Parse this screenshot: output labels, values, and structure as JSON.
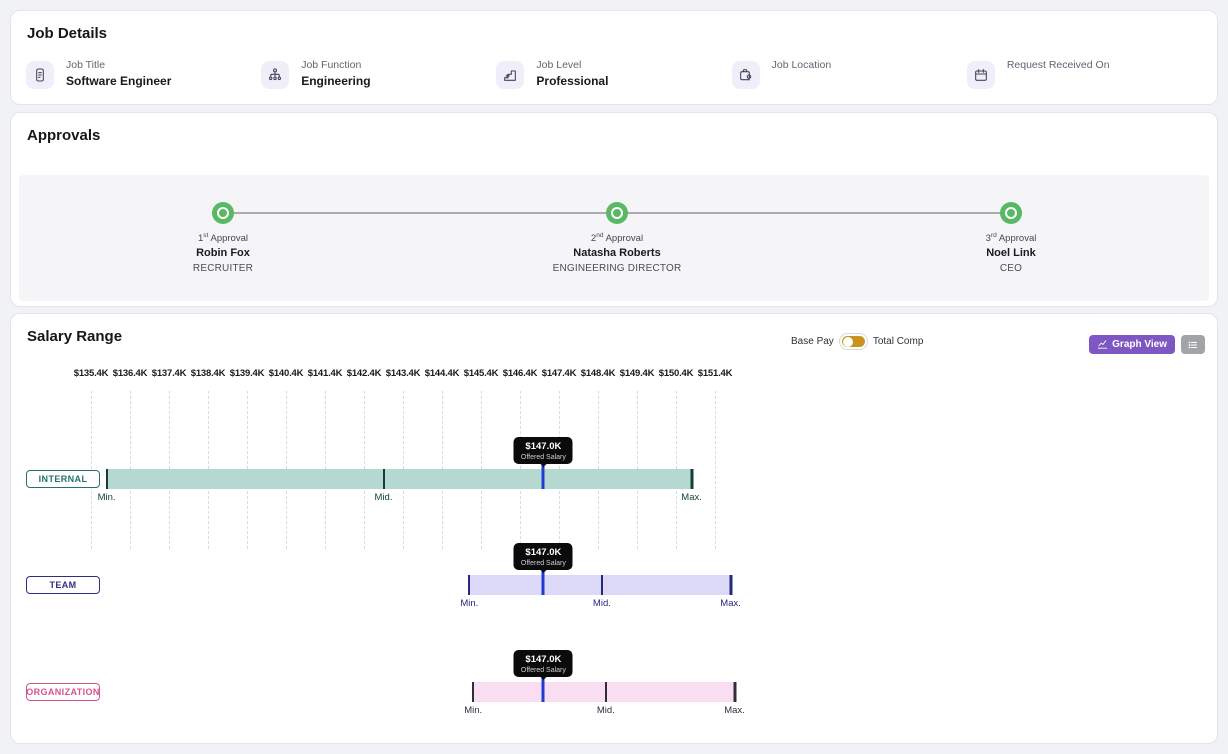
{
  "job_details": {
    "title": "Job Details",
    "fields": [
      {
        "label": "Job Title",
        "value": "Software Engineer",
        "icon": "document-icon"
      },
      {
        "label": "Job Function",
        "value": "Engineering",
        "icon": "org-chart-icon"
      },
      {
        "label": "Job Level",
        "value": "Professional",
        "icon": "career-stairs-icon"
      },
      {
        "label": "Job Location",
        "value": "",
        "icon": "briefcase-location-icon"
      },
      {
        "label": "Request Received On",
        "value": "",
        "icon": "calendar-icon"
      }
    ]
  },
  "approvals": {
    "title": "Approvals",
    "status_color": "#58b863",
    "steps": [
      {
        "ordinal": "1",
        "ordinal_suffix": "st",
        "step_label": "Approval",
        "name": "Robin Fox",
        "role": "RECRUITER"
      },
      {
        "ordinal": "2",
        "ordinal_suffix": "nd",
        "step_label": "Approval",
        "name": "Natasha Roberts",
        "role": "ENGINEERING DIRECTOR"
      },
      {
        "ordinal": "3",
        "ordinal_suffix": "rd",
        "step_label": "Approval",
        "name": "Noel Link",
        "role": "CEO"
      }
    ]
  },
  "salary_range": {
    "title": "Salary Range",
    "toggle": {
      "left_label": "Base Pay",
      "right_label": "Total Comp",
      "color": "#c9941d",
      "state": "left"
    },
    "view_buttons": {
      "graph_label": "Graph View",
      "graph_icon": "chart-line-icon",
      "list_icon": "list-view-icon"
    },
    "accent_purple": "#7e57c2"
  },
  "chart_data": {
    "type": "range-bar",
    "title": "Salary Range (Base Pay)",
    "axis": {
      "min": 135.4,
      "max": 151.4,
      "tick_step": 1.0,
      "unit": "USD thousands",
      "tick_labels": [
        "$135.4K",
        "$136.4K",
        "$137.4K",
        "$138.4K",
        "$139.4K",
        "$140.4K",
        "$141.4K",
        "$142.4K",
        "$143.4K",
        "$144.4K",
        "$145.4K",
        "$146.4K",
        "$147.4K",
        "$148.4K",
        "$149.4K",
        "$150.4K",
        "$151.4K"
      ]
    },
    "marker_labels": [
      "Min.",
      "Mid.",
      "Max."
    ],
    "offered": {
      "value": 147.0,
      "value_label": "$147.0K",
      "label": "Offered Salary",
      "line_color": "#1f3bd3"
    },
    "series": [
      {
        "name": "INTERNAL",
        "min": 135.8,
        "mid": 142.9,
        "max": 150.8,
        "offered": 147.0,
        "bar_color": "#b5d8d1",
        "accent_color": "#27716a",
        "marker_color": "#123f38"
      },
      {
        "name": "TEAM",
        "min": 145.1,
        "mid": 148.5,
        "max": 151.8,
        "offered": 147.0,
        "bar_color": "#dcd9f8",
        "accent_color": "#2b3085",
        "marker_color": "#232a7a"
      },
      {
        "name": "ORGANIZATION",
        "min": 145.2,
        "mid": 148.6,
        "max": 151.9,
        "offered": 147.0,
        "bar_color": "#f9def2",
        "accent_color": "#d2548f",
        "marker_color": "#332c40"
      }
    ]
  }
}
